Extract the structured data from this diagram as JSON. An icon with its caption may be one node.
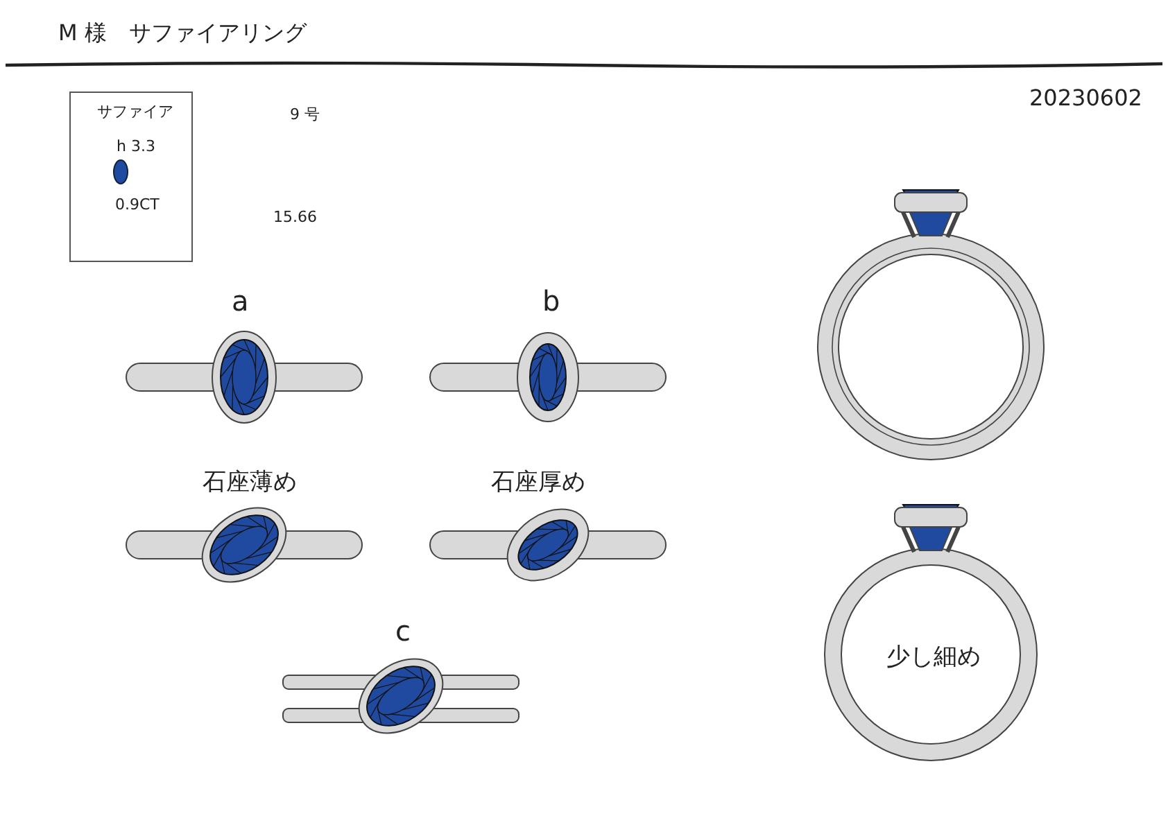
{
  "diagram": {
    "title": "M 様　サファイアリング",
    "nodes": [
      {
        "text": [
          "サファイア",
          "h 3.3",
          "0.9CT"
        ]
      }
    ],
    "labels": [
      "20230602",
      "9 号",
      "15.66",
      "a",
      "b",
      "石座薄め",
      "石座厚め",
      "c",
      "少し細め"
    ]
  }
}
